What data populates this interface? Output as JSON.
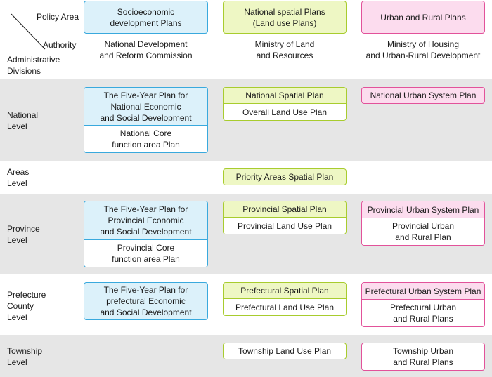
{
  "corner": {
    "policy_area": "Policy Area",
    "authority": "Authority",
    "admin_divisions": "Administrative\nDivisions"
  },
  "columns": [
    {
      "header": "Socioeconomic\ndevelopment Plans",
      "authority": "National Development\nand Reform Commission",
      "color": "#39a9dd"
    },
    {
      "header": "National spatial Plans\n(Land use Plans)",
      "authority": "Ministry of Land\nand Resources",
      "color": "#a8cc2e"
    },
    {
      "header": "Urban and Rural Plans",
      "authority": "Ministry of Housing\nand Urban-Rural Development",
      "color": "#e2529a"
    }
  ],
  "levels": {
    "national": "National\nLevel",
    "areas": "Areas\nLevel",
    "province": "Province\nLevel",
    "prefecture": "Prefecture\nCounty\nLevel",
    "township": "Township\nLevel"
  },
  "plans": {
    "national_socio_top": "The Five-Year Plan for\nNational Economic\nand Social Development",
    "national_socio_bottom": "National Core\nfunction area Plan",
    "national_spatial_top": "National Spatial Plan",
    "national_spatial_bottom": "Overall Land Use Plan",
    "national_urban": "National Urban System Plan",
    "areas_spatial": "Priority Areas Spatial Plan",
    "province_socio_top": "The Five-Year Plan for\nProvincial Economic\nand Social Development",
    "province_socio_bottom": "Provincial Core\nfunction area Plan",
    "province_spatial_top": "Provincial Spatial Plan",
    "province_spatial_bottom": "Provincial Land Use Plan",
    "province_urban_top": "Provincial Urban System Plan",
    "province_urban_bottom": "Provincial Urban\nand Rural Plan",
    "prefecture_socio": "The Five-Year Plan for\nprefectural Economic\nand Social Development",
    "prefecture_spatial_top": "Prefectural Spatial Plan",
    "prefecture_spatial_bottom": "Prefectural Land Use Plan",
    "prefecture_urban_top": "Prefectural Urban System Plan",
    "prefecture_urban_bottom": "Prefectural Urban\nand Rural Plans",
    "township_spatial": "Township Land Use Plan",
    "township_urban": "Township Urban\nand Rural Plans"
  }
}
